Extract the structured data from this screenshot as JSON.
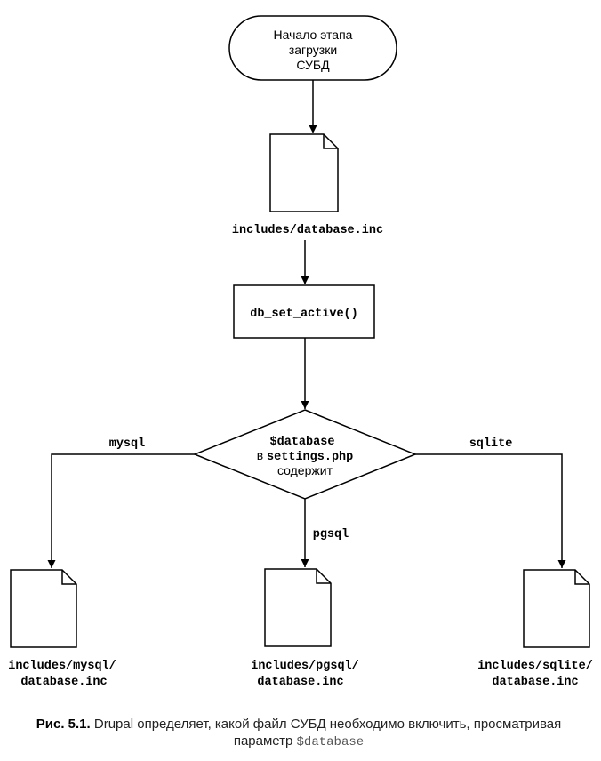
{
  "start": {
    "line1": "Начало этапа",
    "line2": "загрузки",
    "line3": "СУБД"
  },
  "file_database_inc": "includes/database.inc",
  "process": "db_set_active()",
  "decision": {
    "var": "$database",
    "prefix": "в ",
    "file": "settings.php",
    "verb": "содержит"
  },
  "branches": {
    "mysql": {
      "label": "mysql",
      "file_line1": "includes/mysql/",
      "file_line2": "database.inc"
    },
    "pgsql": {
      "label": "pgsql",
      "file_line1": "includes/pgsql/",
      "file_line2": "database.inc"
    },
    "sqlite": {
      "label": "sqlite",
      "file_line1": "includes/sqlite/",
      "file_line2": "database.inc"
    }
  },
  "caption": {
    "figure": "Рис. 5.1.",
    "text_line1": " Drupal определяет, какой файл СУБД необходимо включить, просматривая",
    "text_line2_prefix": "параметр ",
    "text_line2_code": "$database"
  }
}
